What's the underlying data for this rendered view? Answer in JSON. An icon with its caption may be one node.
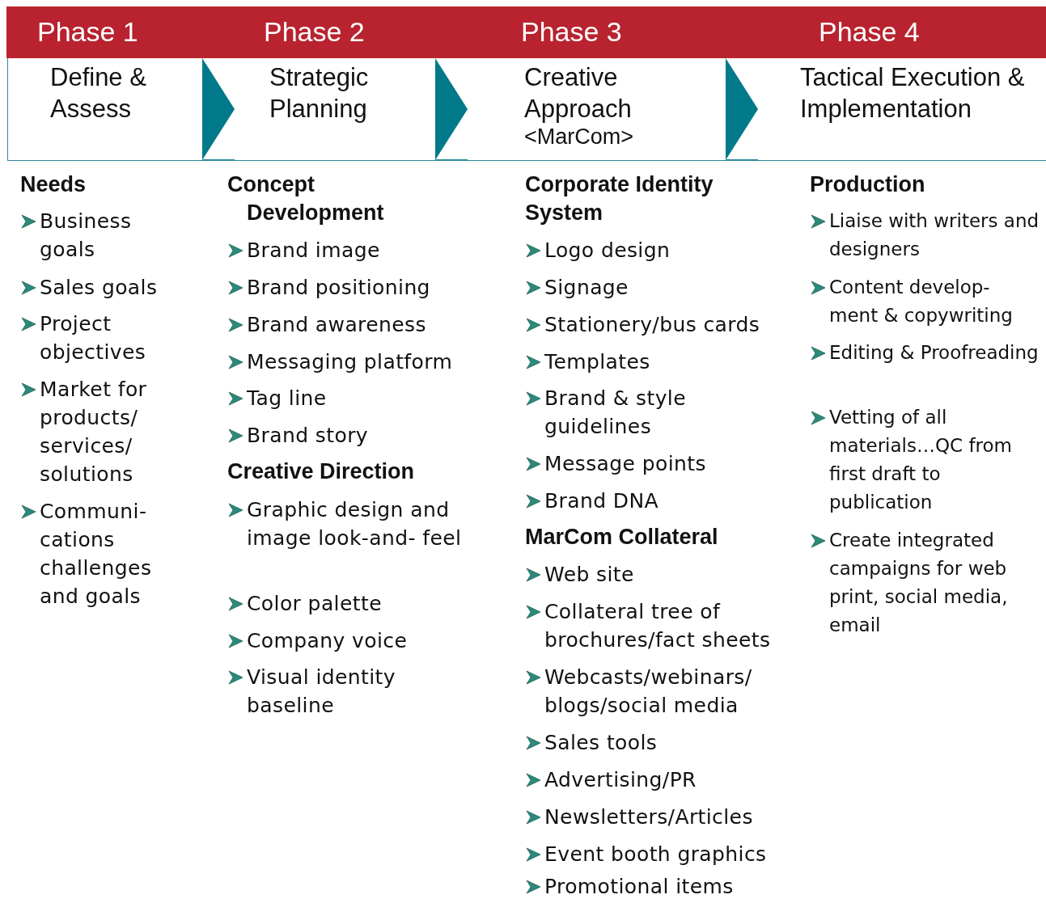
{
  "diagram": {
    "nodes": [
      {
        "text": [
          "Phase 1",
          "Define & Assess"
        ]
      },
      {
        "text": [
          "Phase 2",
          "Strategic Planning"
        ]
      },
      {
        "text": [
          "Phase 3",
          "Creative Approach",
          "<MarCom>"
        ]
      },
      {
        "text": [
          "Phase 4",
          "Tactical Execution & Implementation"
        ]
      }
    ],
    "edges": [
      {
        "from": 0,
        "to": 1,
        "arrow": "to"
      },
      {
        "from": 1,
        "to": 2,
        "arrow": "to"
      },
      {
        "from": 2,
        "to": 3,
        "arrow": "to"
      }
    ],
    "labels": [
      "Needs",
      "Business goals",
      "Sales goals",
      "Project objectives",
      "Market for products/ services/ solutions",
      "Communi- cations challenges and goals",
      "Concept Development",
      "Brand image",
      "Brand positioning",
      "Brand awareness",
      "Messaging platform",
      "Tag line",
      "Brand story",
      "Creative Direction",
      "Graphic design and image look-and- feel",
      "Color palette",
      "Company voice",
      "Visual identity baseline",
      "Corporate Identity System",
      "Logo design",
      "Signage",
      "Stationery/bus cards",
      "Templates",
      "Brand & style guidelines",
      "Message points",
      "Brand DNA",
      "MarCom Collateral",
      "Web site",
      "Collateral tree  of brochures/fact sheets",
      "Webcasts/webinars/ blogs/social media",
      "Sales tools",
      "Advertising/PR",
      "Newsletters/Articles",
      "Event booth graphics",
      "Promotional items",
      "Production",
      "Liaise with writers and designers",
      "Content develop- ment & copywriting",
      "Editing & Proofreading",
      "Vetting of all materials…QC from first draft to publication",
      "Create integrated campaigns for web print, social media, email"
    ]
  }
}
